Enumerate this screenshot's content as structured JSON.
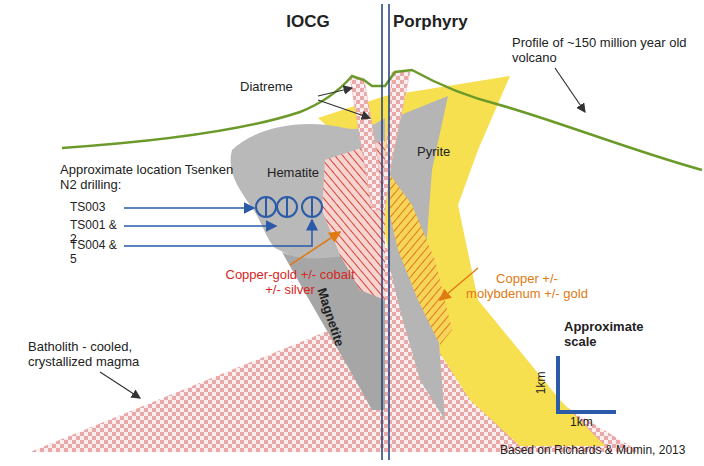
{
  "diagram": {
    "caption": "Based on Richards & Mumin, 2013",
    "labels": [
      "IOCG",
      "Porphyry",
      "Diatreme",
      "Profile of ~150 million year old volcano",
      "Approximate location Tsenken N2 drilling:",
      "Hematite",
      "Pyrite",
      "TS003",
      "TS001 & 2",
      "TS004 & 5",
      "Copper-gold +/- cobalt +/- silver",
      "Magnetite",
      "Copper +/- molybdenum +/- gold",
      "Batholith - cooled, crystallized magma",
      "Approximate scale",
      "1km",
      "1km"
    ]
  }
}
